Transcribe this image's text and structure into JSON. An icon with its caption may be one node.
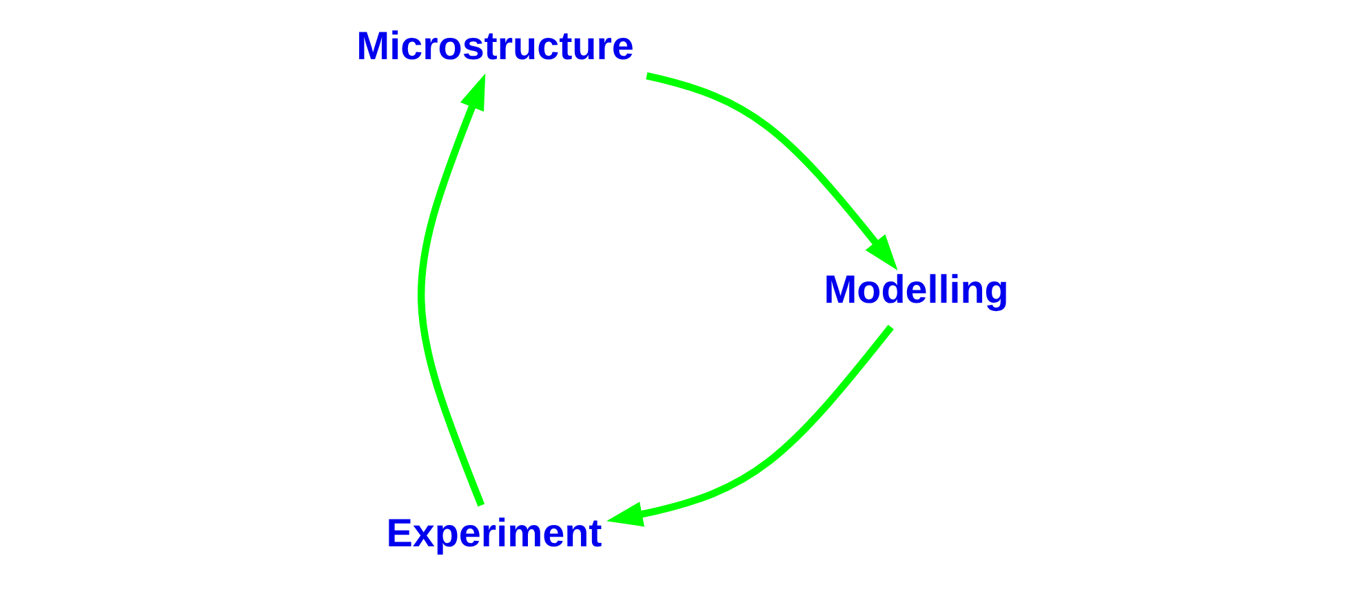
{
  "diagram": {
    "nodes": [
      {
        "text": [
          "Experiment"
        ]
      },
      {
        "text": [
          "Modelling"
        ]
      },
      {
        "text": [
          "Microstructure"
        ]
      }
    ],
    "edges": [
      {
        "from": 1,
        "to": 0,
        "arrow": "to"
      },
      {
        "from": 0,
        "to": 2,
        "arrow": "to"
      },
      {
        "from": 2,
        "to": 1,
        "arrow": "to"
      }
    ]
  }
}
